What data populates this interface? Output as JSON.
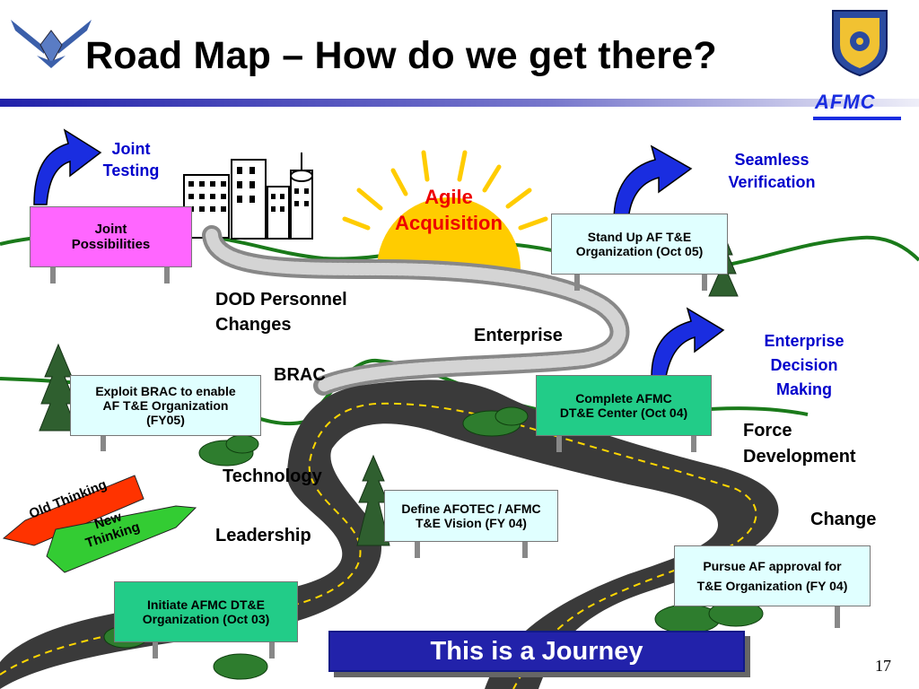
{
  "title": "Road Map – How do we get there?",
  "org_logo_text": "AFMC",
  "page_number": "17",
  "banner": "This is a Journey",
  "signs": {
    "joint_possibilities": "Joint\nPossibilities",
    "stand_up": "Stand Up AF T&E\nOrganization (Oct 05)",
    "exploit_brac": "Exploit BRAC to enable\nAF T&E Organization\n(FY05)",
    "complete_afmc": "Complete AFMC\nDT&E Center (Oct 04)",
    "define_afotec": "Define AFOTEC / AFMC\nT&E Vision (FY 04)",
    "pursue_af": "Pursue AF approval for\nT&E Organization (FY 04)",
    "initiate_afmc": "Initiate AFMC DT&E\nOrganization (Oct 03)"
  },
  "goals": {
    "joint_testing": "Joint\nTesting",
    "seamless_verification": "Seamless\nVerification",
    "enterprise_decision": "Enterprise\nDecision\nMaking",
    "agile_acquisition": "Agile\nAcquisition"
  },
  "road_labels": {
    "dod_personnel": "DOD Personnel\nChanges",
    "enterprise": "Enterprise",
    "brac": "BRAC",
    "force_development": "Force\nDevelopment",
    "technology": "Technology",
    "change": "Change",
    "leadership": "Leadership"
  },
  "arrows": {
    "old_thinking": "Old Thinking",
    "new_thinking": "New\nThinking"
  },
  "colors": {
    "title_rule": "#3333aa",
    "road": "#3a3a3a",
    "hill": "#1a7a1a",
    "sun": "#ffcc00",
    "goal_blue": "#0000cc",
    "sign_pink": "#ff66ff",
    "sign_cyan": "#e0ffff",
    "sign_green": "#22cc88",
    "old_arrow": "#ff3300",
    "new_arrow": "#33cc33"
  }
}
